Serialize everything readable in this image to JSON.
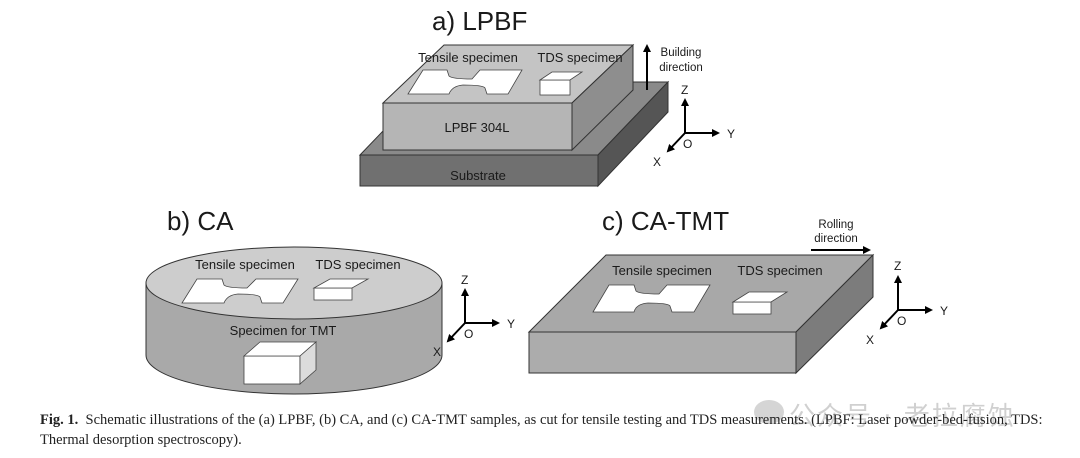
{
  "panels": {
    "a": {
      "title": "a) LPBF",
      "tensile_label": "Tensile specimen",
      "tds_label": "TDS specimen",
      "body_label": "LPBF 304L",
      "substrate_label": "Substrate",
      "direction_label_1": "Building",
      "direction_label_2": "direction",
      "axes": {
        "z": "Z",
        "y": "Y",
        "x": "X",
        "o": "O"
      }
    },
    "b": {
      "title": "b) CA",
      "tensile_label": "Tensile specimen",
      "tds_label": "TDS specimen",
      "tmt_label": "Specimen for TMT",
      "axes": {
        "z": "Z",
        "y": "Y",
        "x": "X",
        "o": "O"
      }
    },
    "c": {
      "title": "c) CA-TMT",
      "tensile_label": "Tensile specimen",
      "tds_label": "TDS specimen",
      "direction_label_1": "Rolling",
      "direction_label_2": "direction",
      "axes": {
        "z": "Z",
        "y": "Y",
        "x": "X",
        "o": "O"
      }
    }
  },
  "caption": {
    "fig_label": "Fig. 1.",
    "text": "Schematic illustrations of the (a) LPBF, (b) CA, and (c) CA-TMT samples, as cut for tensile testing and TDS measurements. (LPBF: Laser powder-bed-fusion, TDS: Thermal desorption spectroscopy)."
  },
  "watermark": "公众号 · 老拉腐蚀",
  "colors": {
    "light_gray": "#c8c8c8",
    "mid_gray": "#a9a9a9",
    "dark_gray": "#6e6e6e",
    "darker_gray": "#555555",
    "specimen": "#ffffff"
  }
}
